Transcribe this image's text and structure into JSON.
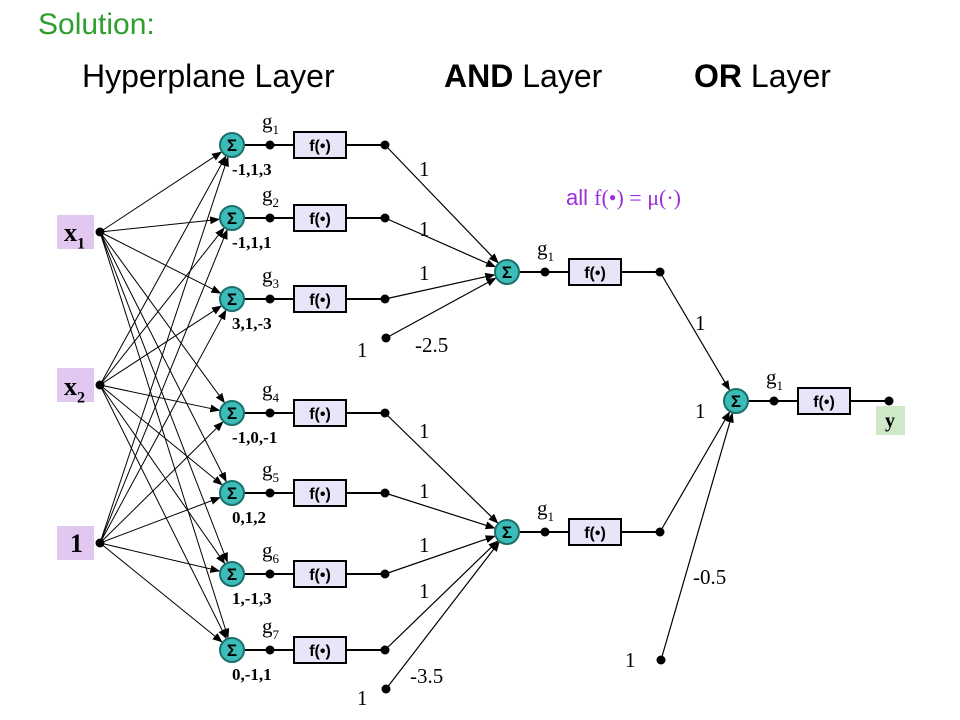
{
  "title": "Solution:",
  "layers": [
    {
      "bold": "",
      "rest": "Hyperplane Layer"
    },
    {
      "bold": "AND",
      "rest": " Layer"
    },
    {
      "bold": "OR",
      "rest": " Layer"
    }
  ],
  "annotation": {
    "prefix": "all ",
    "formula": "f(•) = μ(·)"
  },
  "inputs": [
    {
      "label": "x",
      "sub": "1"
    },
    {
      "label": "x",
      "sub": "2"
    },
    {
      "label": "1",
      "sub": ""
    }
  ],
  "output_label": "y",
  "sum_symbol": "Σ",
  "activation_label": "f(•)",
  "hyperplane_nodes": [
    {
      "g": "g",
      "g_sub": "1",
      "weights": "-1,1,3"
    },
    {
      "g": "g",
      "g_sub": "2",
      "weights": "-1,1,1"
    },
    {
      "g": "g",
      "g_sub": "3",
      "weights": "3,1,-3"
    },
    {
      "g": "g",
      "g_sub": "4",
      "weights": "-1,0,-1"
    },
    {
      "g": "g",
      "g_sub": "5",
      "weights": "0,1,2"
    },
    {
      "g": "g",
      "g_sub": "6",
      "weights": "1,-1,3"
    },
    {
      "g": "g",
      "g_sub": "7",
      "weights": "0,-1,1"
    }
  ],
  "and_nodes": [
    {
      "g": "g",
      "g_sub": "1",
      "weights": [
        "1",
        "1",
        "1"
      ],
      "bias_input": "1",
      "bias_weight": "-2.5"
    },
    {
      "g": "g",
      "g_sub": "1",
      "weights": [
        "1",
        "1",
        "1",
        "1"
      ],
      "bias_input": "1",
      "bias_weight": "-3.5"
    }
  ],
  "or_node": {
    "g": "g",
    "g_sub": "1",
    "weights": [
      "1",
      "1"
    ],
    "bias_input": "1",
    "bias_weight": "-0.5"
  },
  "colors": {
    "title": "#2e9e2e",
    "annotation": "#9b30d9",
    "input_box": "#e0c8f0",
    "output_box": "#cfe8c8",
    "sum_fill": "#3cbcb8",
    "f_box": "#e6e6f8"
  }
}
